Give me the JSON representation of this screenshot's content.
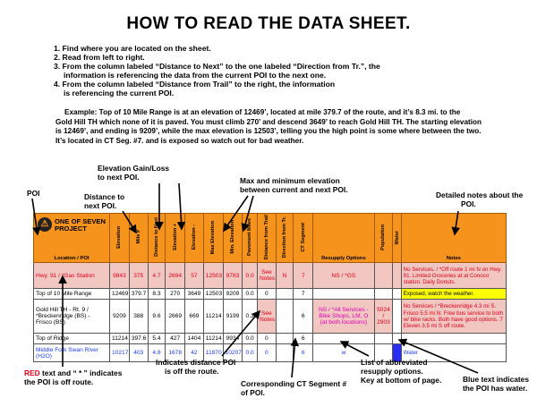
{
  "title": "HOW TO READ THE DATA SHEET.",
  "steps": [
    "1. Find where you are located on the sheet.",
    "2. Read from left to right.",
    "3. From the column labeled “Distance to Next” to the one labeled “Direction from Tr.”, the",
    "information is referencing the data from the current POI to the next one.",
    "4. From the column labeled “Distance from Trail” to the right, the information",
    "is referencing the current POI."
  ],
  "example": [
    "Example:  Top of 10 Mile Range is at an elevation of 12469’, located at mile 379.7 of the route, and it’s 8.3 mi. to the",
    "Gold Hill TH which none of it is paved. You must climb 270’ and descend 3649’ to reach Gold Hill TH. The starting elevation",
    "is 12469’, and ending is 9209’, while the max elevation is 12503’, telling you the high point is some where between the two.",
    "It’s located in CT Seg. #7. and is exposed so watch out for bad weather."
  ],
  "annotations": {
    "elev_gain": [
      "Elevation Gain/Loss",
      "to next POI."
    ],
    "maxmin": [
      "Max and minimum elevation",
      "between current and next POI."
    ],
    "dist_next": [
      "Distance to",
      "next POI."
    ],
    "poi": "POI",
    "notes": [
      "Detailed notes about the",
      "POI."
    ],
    "red_prefix": "RED",
    "red_rest": " text and “ * ” indicates",
    "red_line2": "the POI is off route.",
    "dist_poi": [
      "Indicates distance POI",
      "is off the route."
    ],
    "ct_seg": [
      "Corresponding CT Segment #",
      "of POI."
    ],
    "resupply": [
      "List of abbreviated",
      "resupply options.",
      "Key at bottom of page."
    ],
    "blue": [
      "Blue text indicates",
      "the POI has water."
    ]
  },
  "table": {
    "logo_icon": "⚠",
    "logo_text": [
      "ONE OF SEVEN",
      "PROJECT"
    ],
    "headers": {
      "location": "Location / POI",
      "elevation": "Elevation",
      "mile": "Mile #",
      "dist_next": "Distance to Next",
      "elev_plus": "Elevation +",
      "elev_minus": "Elevation -",
      "max_elev": "Max Elevation",
      "min_elev": "Min. Elevation",
      "paved": "Pavement Miles",
      "dist_trail": "Distance from Trail",
      "dir_trail": "Direction from Tr.",
      "ct_seg": "CT Segment",
      "resupply": "Resupply Options",
      "population": "Population",
      "water": "Water",
      "notes": "Notes"
    },
    "rows": [
      {
        "loc": "Hwy. 91 / *Gas Station",
        "elev": "9843",
        "mile": "375",
        "dn": "4.7",
        "ep": "2694",
        "em": "57",
        "max": "12503",
        "min": "9783",
        "pav": "0.0",
        "df": "See Notes",
        "dir": "N",
        "ct": "7",
        "res": "NS / *GS",
        "pop": "",
        "note": "No Services. / *Off route 1 mi N on Hwy. 91. Limited Groceries at at Conoco station. Daily Donuts."
      },
      {
        "loc": "Top of 10 Mile Range",
        "elev": "12469",
        "mile": "379.7",
        "dn": "8.3",
        "ep": "270",
        "em": "3649",
        "max": "12503",
        "min": "9209",
        "pav": "0.0",
        "df": "0",
        "dir": "",
        "ct": "7",
        "res": "",
        "pop": "",
        "note": "Exposed, watch the weather."
      },
      {
        "loc": "Gold Hill TH - Rt. 9 / *Breckenridge (BS) - Frisco (BS)",
        "elev": "9209",
        "mile": "388",
        "dn": "9.6",
        "ep": "2669",
        "em": "669",
        "max": "11214",
        "min": "9199",
        "pav": "0.3",
        "df": "See Notes",
        "dir": "",
        "ct": "6",
        "res": "NS / *All Services - Bike Shops, LM, O (at both locations)",
        "pop": "5024 / 2903",
        "note": "No Services / *Breckenridge 4.3 mi S. Frisco 5.5 mi N. Free bus service to both w/ bike racks. Both have good options. 7 Eleven 3.5 mi S off route."
      },
      {
        "loc": "Top of Ridge",
        "elev": "11214",
        "mile": "397.6",
        "dn": "5.4",
        "ep": "427",
        "em": "1404",
        "max": "11214",
        "min": "9934",
        "pav": "0.0",
        "df": "0",
        "dir": "",
        "ct": "6",
        "res": "",
        "pop": "",
        "note": ""
      },
      {
        "loc": "Middle Fork Swan River (H2O)",
        "elev": "10217",
        "mile": "403",
        "dn": "4.8",
        "ep": "1678",
        "em": "42",
        "max": "11870",
        "min": "10207",
        "pav": "0.0",
        "df": "0",
        "dir": "",
        "ct": "6",
        "res": "w",
        "pop": "",
        "note": "Water"
      }
    ]
  }
}
